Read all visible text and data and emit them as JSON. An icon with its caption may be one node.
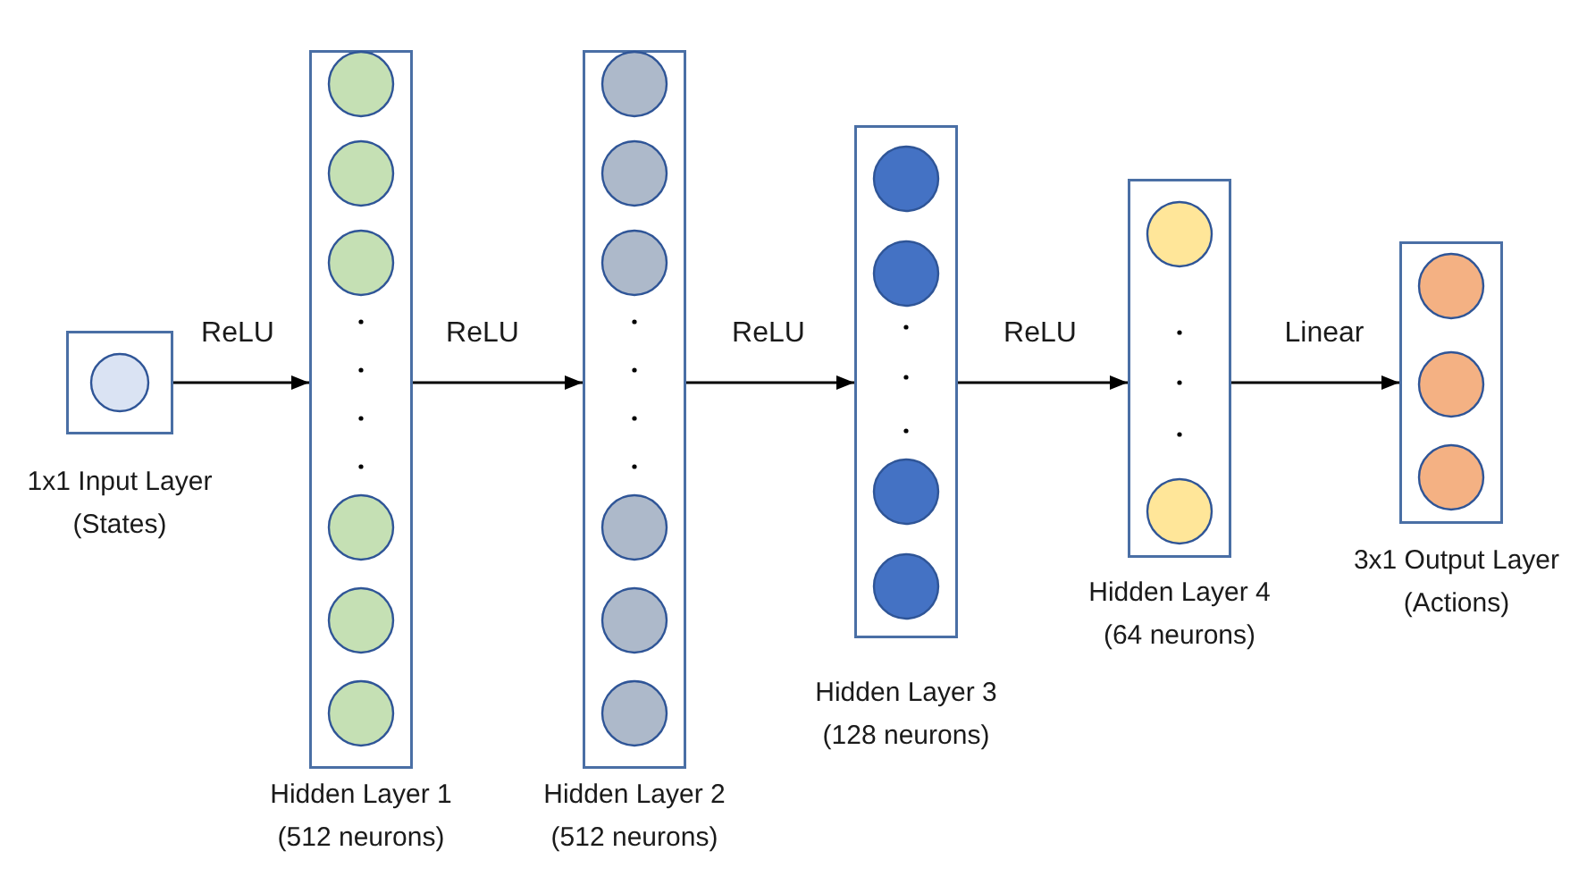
{
  "diagram": {
    "nodes": [
      {
        "text": [],
        "shape": "box",
        "beside": [
          "1x1 Input Layer",
          "(States)"
        ]
      },
      {
        "text": [],
        "shape": "box",
        "beside": [
          "Hidden Layer 1",
          "(512 neurons)"
        ]
      },
      {
        "text": [],
        "shape": "box",
        "beside": [
          "Hidden Layer 2",
          "(512 neurons)"
        ]
      },
      {
        "text": [],
        "shape": "box",
        "beside": [
          "Hidden Layer 3",
          "(128 neurons)"
        ]
      },
      {
        "text": [],
        "shape": "box",
        "beside": [
          "Hidden Layer 4",
          "(64 neurons)"
        ]
      },
      {
        "text": [],
        "shape": "box",
        "beside": [
          "3x1 Output Layer",
          "(Actions)"
        ]
      }
    ],
    "edges": [
      {
        "from": 0,
        "to": 1,
        "arrow": "to",
        "label": "ReLU"
      },
      {
        "from": 1,
        "to": 2,
        "arrow": "to",
        "label": "ReLU"
      },
      {
        "from": 2,
        "to": 3,
        "arrow": "to",
        "label": "ReLU"
      },
      {
        "from": 3,
        "to": 4,
        "arrow": "to",
        "label": "ReLU"
      },
      {
        "from": 4,
        "to": 5,
        "arrow": "to",
        "label": "Linear"
      }
    ]
  }
}
